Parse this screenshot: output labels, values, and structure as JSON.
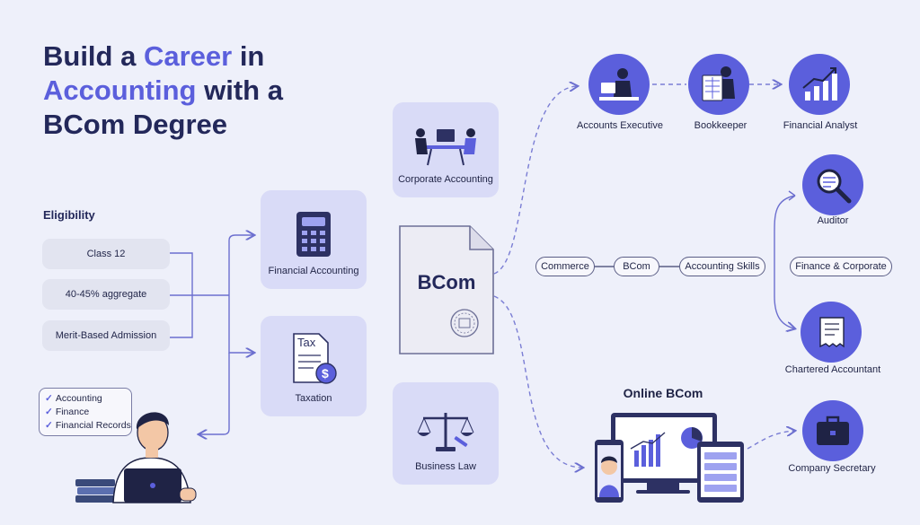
{
  "title": {
    "line1_prefix": "Build a ",
    "line1_highlight": "Career",
    "line1_suffix": " in",
    "line2_highlight": "Accounting",
    "line2_suffix": " with a",
    "line3": "BCom Degree"
  },
  "eligibility": {
    "heading": "Eligibility",
    "items": [
      "Class 12",
      "40-45% aggregate",
      "Merit-Based Admission"
    ]
  },
  "checklist": [
    "Accounting",
    "Finance",
    "Financial Records"
  ],
  "subjects": [
    "Financial Accounting",
    "Taxation",
    "Corporate Accounting",
    "Business Law"
  ],
  "tax_icon_text": "Tax",
  "center": {
    "label": "BCom"
  },
  "skills_chain": [
    "Commerce",
    "BCom",
    "Accounting Skills"
  ],
  "finance_chip": "Finance & Corporate",
  "roles": [
    "Accounts Executive",
    "Bookkeeper",
    "Financial Analyst",
    "Auditor",
    "Chartered Accountant",
    "Company Secretary"
  ],
  "online": {
    "title": "Online BCom"
  },
  "colors": {
    "accent": "#5b5fdc",
    "card": "#d9dbf7",
    "dark": "#23285a",
    "background": "#eef0fa"
  }
}
